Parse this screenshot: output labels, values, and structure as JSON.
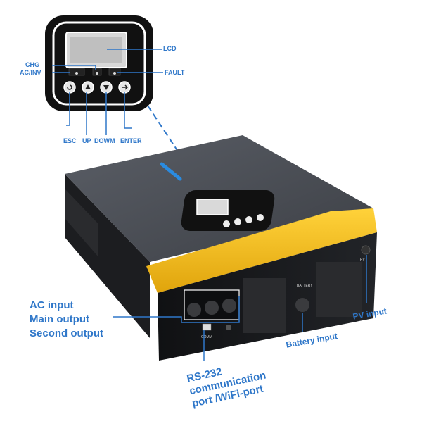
{
  "callouts": {
    "lcd": "LCD",
    "chg": "CHG",
    "ac_inv": "AC/INV",
    "fault": "FAULT",
    "esc": "ESC",
    "up": "UP",
    "down": "DOWM",
    "enter": "ENTER",
    "ac_input": "AC input",
    "main_output": "Main output",
    "second_output": "Second output",
    "battery_input": "Battery input",
    "pv_input": "PV input",
    "rs232_line1": "RS-232",
    "rs232_line2": "communication",
    "rs232_line3": "port /WiFi-port"
  },
  "device_labels": {
    "battery": "BATTERY",
    "comm": "COMM",
    "pv": "PV"
  },
  "colors": {
    "callout_blue": "#2f77c9",
    "body_top": "#4a4e55",
    "body_front": "#151618",
    "accent_yellow": "#f5bb1a",
    "accent_blue": "#2a8be0"
  }
}
